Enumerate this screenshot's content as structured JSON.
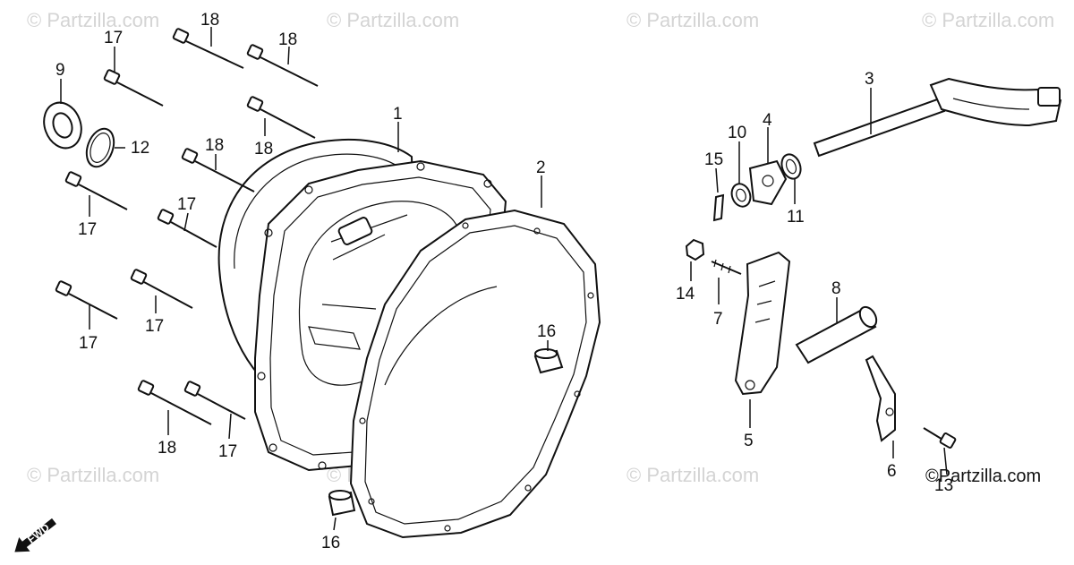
{
  "watermark": "© Partzilla.com",
  "copyright": "©Partzilla.com",
  "fwd_label": "FWD",
  "labels": {
    "p1": "1",
    "p2": "2",
    "p3": "3",
    "p4": "4",
    "p5": "5",
    "p6": "6",
    "p7": "7",
    "p8": "8",
    "p9": "9",
    "p10": "10",
    "p11": "11",
    "p12": "12",
    "p13": "13",
    "p14": "14",
    "p15": "15",
    "p16a": "16",
    "p16b": "16",
    "p17a": "17",
    "p17b": "17",
    "p17c": "17",
    "p17d": "17",
    "p17e": "17",
    "p17f": "17",
    "p18a": "18",
    "p18b": "18",
    "p18c": "18",
    "p18d": "18",
    "p18e": "18"
  }
}
